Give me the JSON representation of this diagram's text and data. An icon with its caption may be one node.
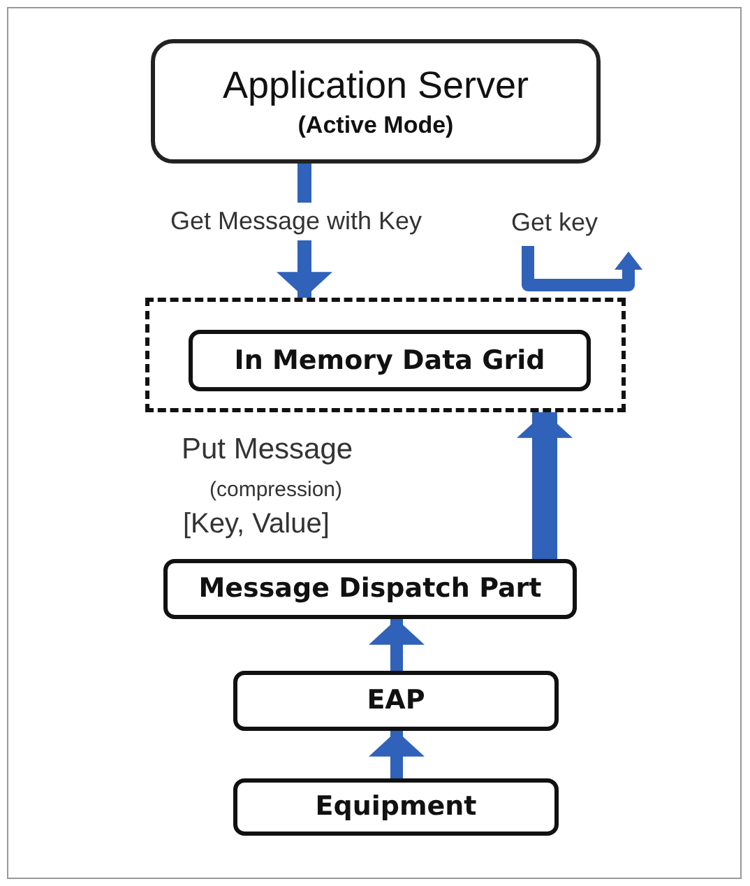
{
  "diagram": {
    "nodes": [
      {
        "text": [
          "Application Server",
          "(Active Mode)"
        ]
      },
      {
        "text": [],
        "shape": "box"
      },
      {
        "text": [
          "In Memory Data Grid"
        ],
        "in": 1
      },
      {
        "text": [
          "Message Dispatch Part"
        ]
      },
      {
        "text": [
          "EAP"
        ]
      },
      {
        "text": [
          "Equipment"
        ]
      }
    ],
    "edges": [
      {
        "from": 0,
        "to": 1,
        "arrow": "to",
        "label": "Get Message with Key"
      },
      {
        "from": 3,
        "to": 1,
        "arrow": "to",
        "style": "thick"
      },
      {
        "from": 4,
        "to": 3,
        "arrow": "to"
      },
      {
        "from": 5,
        "to": 4,
        "arrow": "to"
      }
    ],
    "labels": [
      "Get key",
      "Put Message",
      "(compression)",
      "[Key, Value]"
    ]
  }
}
